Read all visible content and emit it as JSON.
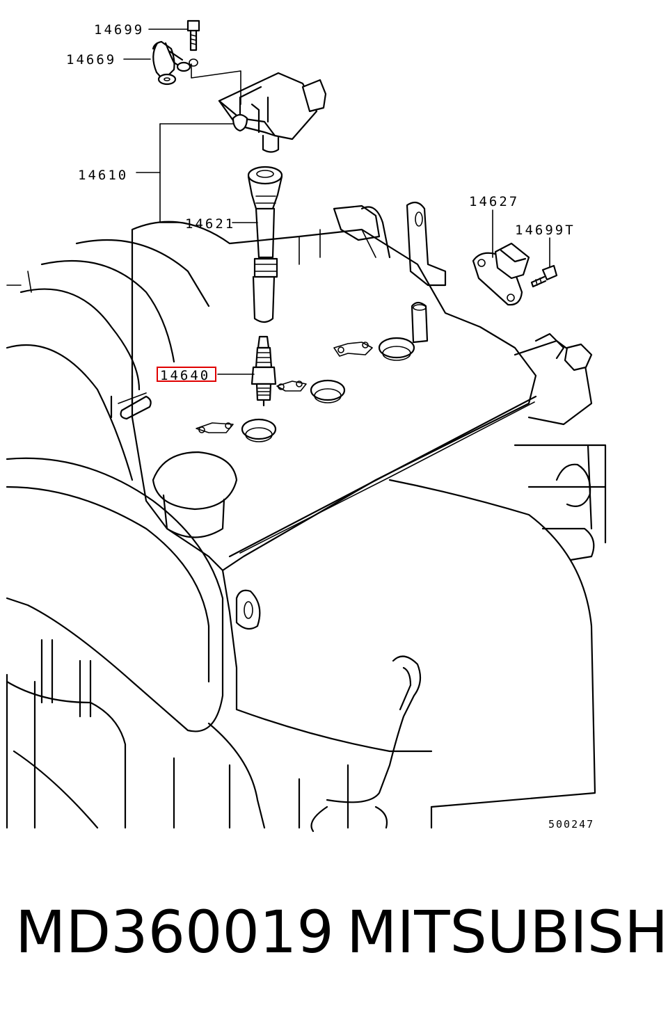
{
  "callouts": {
    "bolt_top": "14699",
    "harness": "14669",
    "coil_assembly": "14610",
    "coil_boot": "14621",
    "spark_plug": "14640",
    "sensor": "14627",
    "sensor_bolt": "14699T"
  },
  "highlight_color": "#e00000",
  "diagram_ref": "500247",
  "caption": {
    "part_number": "MD360019",
    "brand": "MITSUBISHI"
  }
}
